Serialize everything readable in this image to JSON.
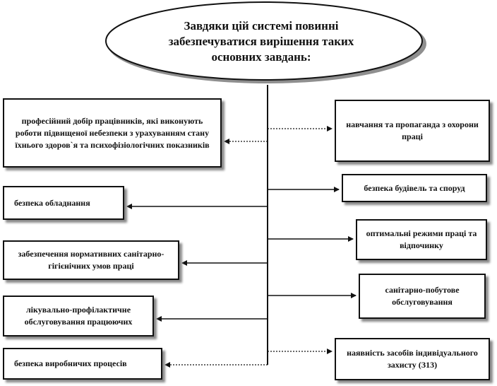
{
  "central": {
    "title": "Завдяки цій системі повинні забезпечуватися вирішення таких основних завдань:"
  },
  "left_tasks": [
    "професійний добір працівників, які виконують роботи підвищеної небезпеки з урахуванням стану їхнього здоров`я та психофізіологічних показників",
    "безпека обладнання",
    "забезпечення нормативних санітарно-гігієнічних умов праці",
    "лікувально-профілактичне обслуговування працюючих",
    "безпека виробничих процесів"
  ],
  "right_tasks": [
    "навчання та пропаганда з охорони праці",
    "безпека будівель та споруд",
    "оптимальні режими праці та відпочинку",
    "санітарно-побутове обслуговування",
    "наявність засобів індивідуального захисту (З13)"
  ]
}
